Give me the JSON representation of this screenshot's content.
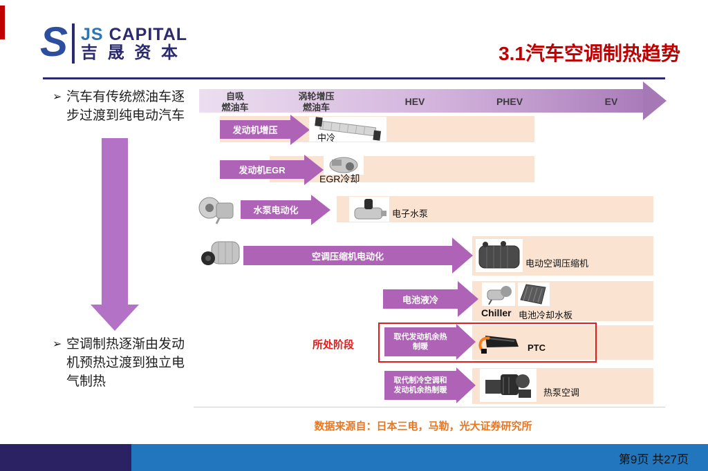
{
  "header": {
    "logo": {
      "monogram": "S",
      "name_en_1": "JS",
      "name_en_2": "CAPITAL",
      "name_cn": "吉 晟 资 本"
    },
    "title": "3.1汽车空调制热趋势"
  },
  "left_panel": {
    "bullet_marker": "➢",
    "bullet1": "汽车有传统燃油车逐步过渡到纯电动汽车",
    "bullet2": "空调制热逐渐由发动机预热过渡到独立电气制热"
  },
  "diagram": {
    "stages": [
      {
        "line1": "自吸",
        "line2": "燃油车"
      },
      {
        "line1": "涡轮增压",
        "line2": "燃油车"
      },
      {
        "line1": "HEV",
        "line2": ""
      },
      {
        "line1": "PHEV",
        "line2": ""
      },
      {
        "line1": "EV",
        "line2": ""
      }
    ],
    "rows": [
      {
        "arrow_label": "发动机增压",
        "component_labels": [
          "中冷"
        ]
      },
      {
        "arrow_label": "发动机EGR",
        "component_labels": [
          "EGR冷却"
        ]
      },
      {
        "arrow_label": "水泵电动化",
        "component_labels": [
          "电子水泵"
        ]
      },
      {
        "arrow_label": "空调压缩机电动化",
        "component_labels": [
          "电动空调压缩机"
        ]
      },
      {
        "arrow_label": "电池液冷",
        "component_labels": [
          "Chiller",
          "电池冷却水板"
        ]
      },
      {
        "arrow_label": "取代发动机余热制暖",
        "component_labels": [
          "PTC"
        ]
      },
      {
        "arrow_label": "取代制冷空调和发动机余热制暖",
        "component_labels": [
          "热泵空调"
        ]
      }
    ],
    "current_stage_annotation": "所处阶段"
  },
  "source_note": "数据来源自：日本三电，马勒，光大证券研究所",
  "footer": {
    "page": "第9页 共27页"
  },
  "colors": {
    "title_red": "#c00000",
    "navy": "#2b2a6e",
    "arrow_purple": "#af63b7",
    "band_peach": "#fbe3d1",
    "highlight_red": "#e11d1d",
    "source_orange": "#e87722",
    "footer_navy": "#2b2263",
    "footer_blue": "#2176bd"
  }
}
